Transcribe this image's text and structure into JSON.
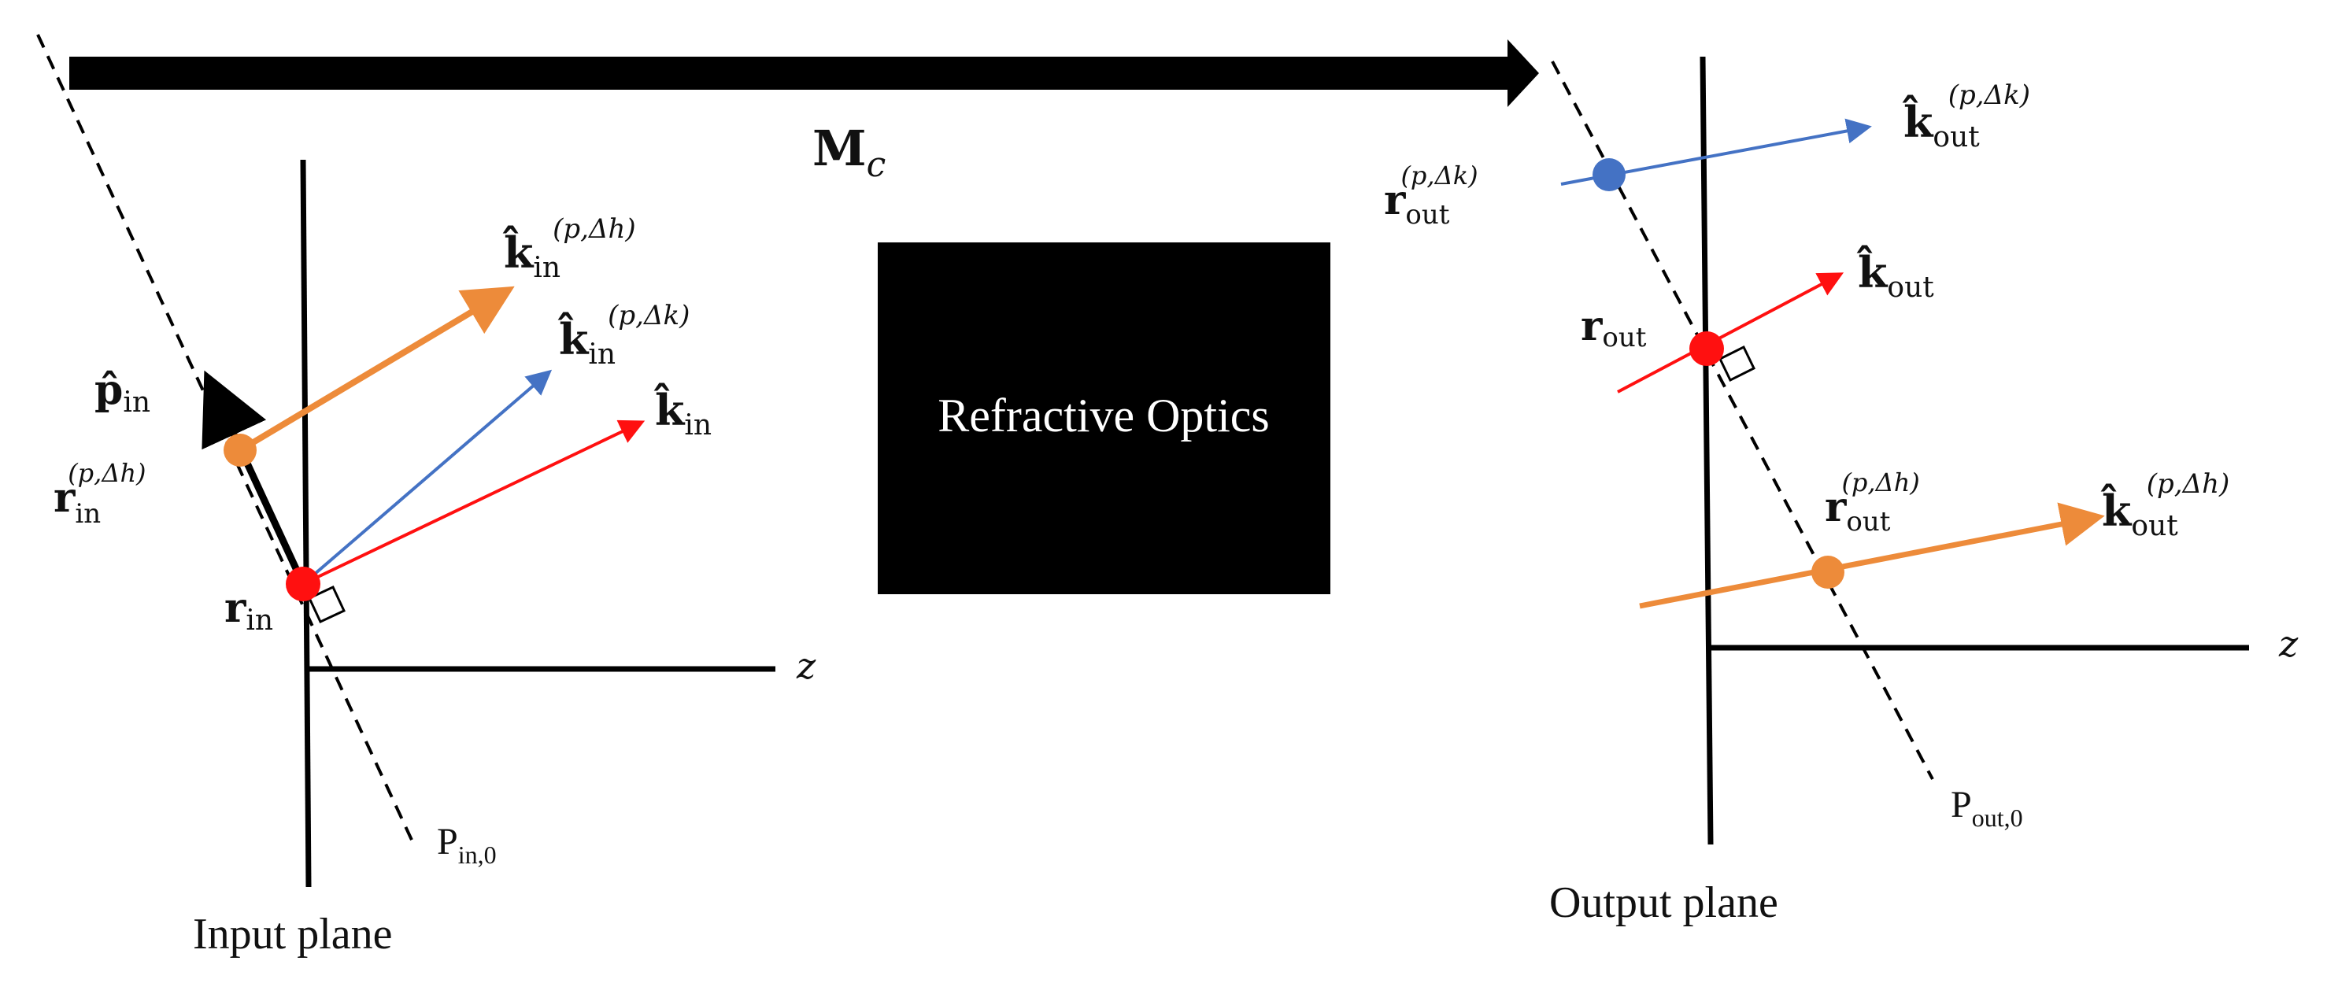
{
  "colors": {
    "orange": "#ED8B3A",
    "blue": "#4472C4",
    "red": "#FF1010",
    "black": "#000000",
    "box": "#000000",
    "box_text": "#FFFFFF"
  },
  "top_arrow": {
    "label_main": "M",
    "label_sub": "c"
  },
  "box": {
    "label": "Refractive Optics"
  },
  "input": {
    "plane_label": "Input plane",
    "z_label": "z",
    "p_hat": {
      "main": "p̂",
      "sub": "in"
    },
    "r_in": {
      "main": "r",
      "sub": "in"
    },
    "r_in_dh": {
      "main": "r",
      "sub": "in",
      "sup": "(p,Δh)"
    },
    "k_in_dh": {
      "main": "k̂",
      "sub": "in",
      "sup": "(p,Δh)"
    },
    "k_in_dk": {
      "main": "k̂",
      "sub": "in",
      "sup": "(p,Δk)"
    },
    "k_in": {
      "main": "k̂",
      "sub": "in"
    },
    "P_label": {
      "main": "P",
      "sub": "in,0"
    }
  },
  "output": {
    "plane_label": "Output plane",
    "z_label": "z",
    "r_out_dk": {
      "main": "r",
      "sub": "out",
      "sup": "(p,Δk)"
    },
    "k_out_dk": {
      "main": "k̂",
      "sub": "out",
      "sup": "(p,Δk)"
    },
    "k_out": {
      "main": "k̂",
      "sub": "out"
    },
    "r_out": {
      "main": "r",
      "sub": "out"
    },
    "r_out_dh": {
      "main": "r",
      "sub": "out",
      "sup": "(p,Δh)"
    },
    "k_out_dh": {
      "main": "k̂",
      "sub": "out",
      "sup": "(p,Δh)"
    },
    "P_label": {
      "main": "P",
      "sub": "out,0"
    }
  }
}
